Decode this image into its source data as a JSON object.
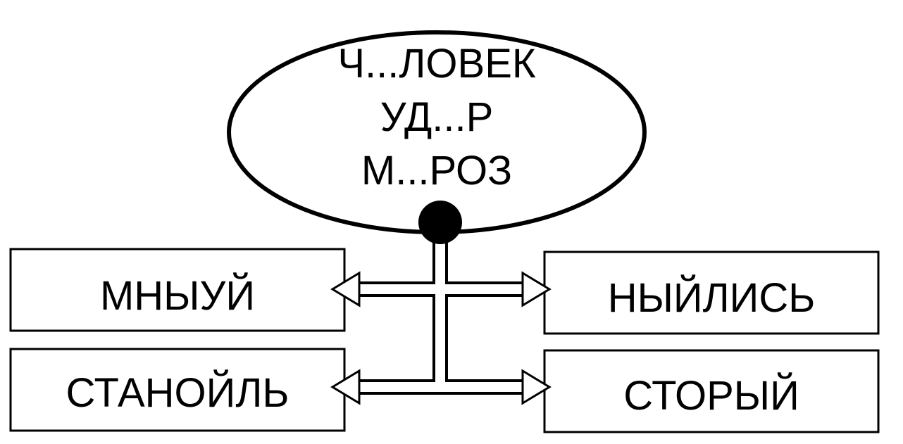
{
  "center": {
    "lines": [
      "Ч...ЛОВЕК",
      "УД...Р",
      "М...РОЗ"
    ]
  },
  "boxes": {
    "top_left": "МНЫУЙ",
    "top_right": "НЫЙЛИСЬ",
    "bottom_left": "СТАНОЙЛЬ",
    "bottom_right": "СТОРЫЙ"
  },
  "colors": {
    "stroke": "#000000",
    "fill": "#ffffff"
  }
}
